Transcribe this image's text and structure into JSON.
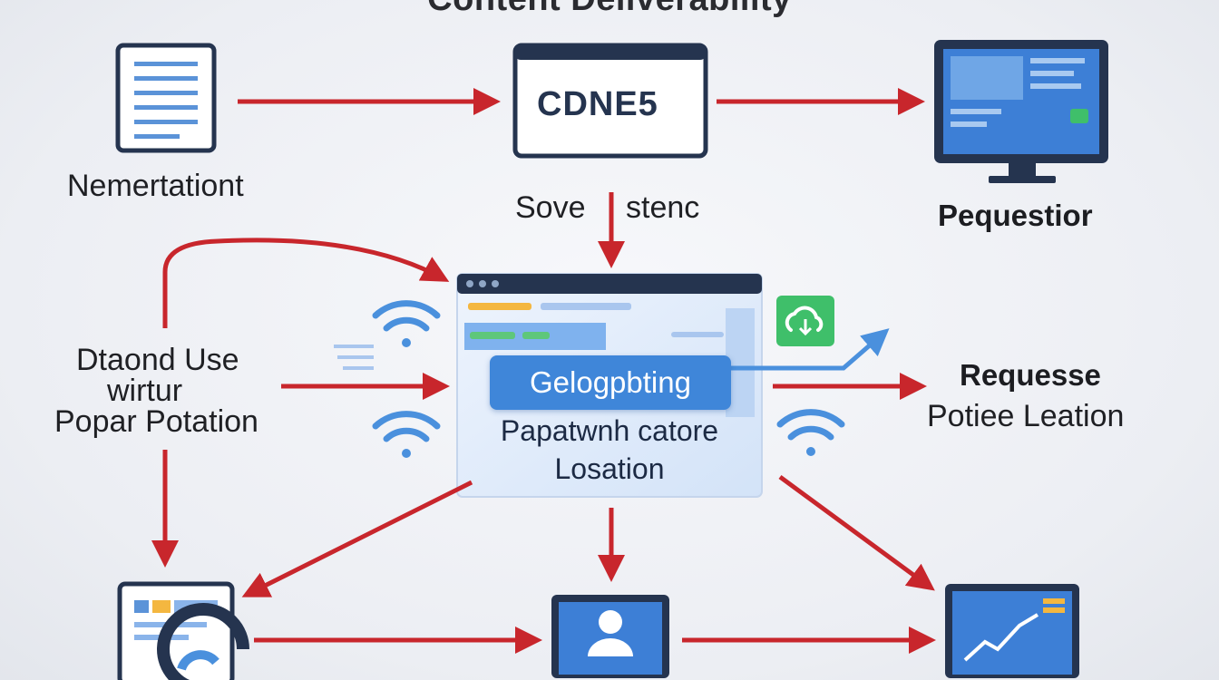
{
  "header": {
    "title": "Content Deliverability"
  },
  "cdn_box": {
    "label": "CDNE5"
  },
  "labels": {
    "documentation": "Nemertationt",
    "request_top_right": "Pequestior",
    "sove": "Sove",
    "stenc": "stenc",
    "left_line1": "Dtaond Use",
    "left_line2": "wirtur",
    "left_line3": "Popar Potation",
    "right_line1": "Requesse",
    "right_line2": "Potiee Leation"
  },
  "center_panel": {
    "pill_label": "Gelogpbting",
    "line1": "Papatwnh catore",
    "line2": "Losation"
  },
  "colors": {
    "arrow": "#c8262c",
    "accent_blue": "#3f86d9",
    "navy": "#25344f",
    "screen_blue": "#3d7fd6",
    "green_badge": "#3fbf6a",
    "wifi_blue": "#4a90dd"
  },
  "icons": [
    "document-icon",
    "browser-window-icon",
    "monitor-dashboard-icon",
    "wifi-icon",
    "cloud-sync-icon",
    "trend-arrow-icon",
    "document-card-icon",
    "refresh-icon",
    "monitor-user-icon",
    "monitor-chart-icon"
  ]
}
